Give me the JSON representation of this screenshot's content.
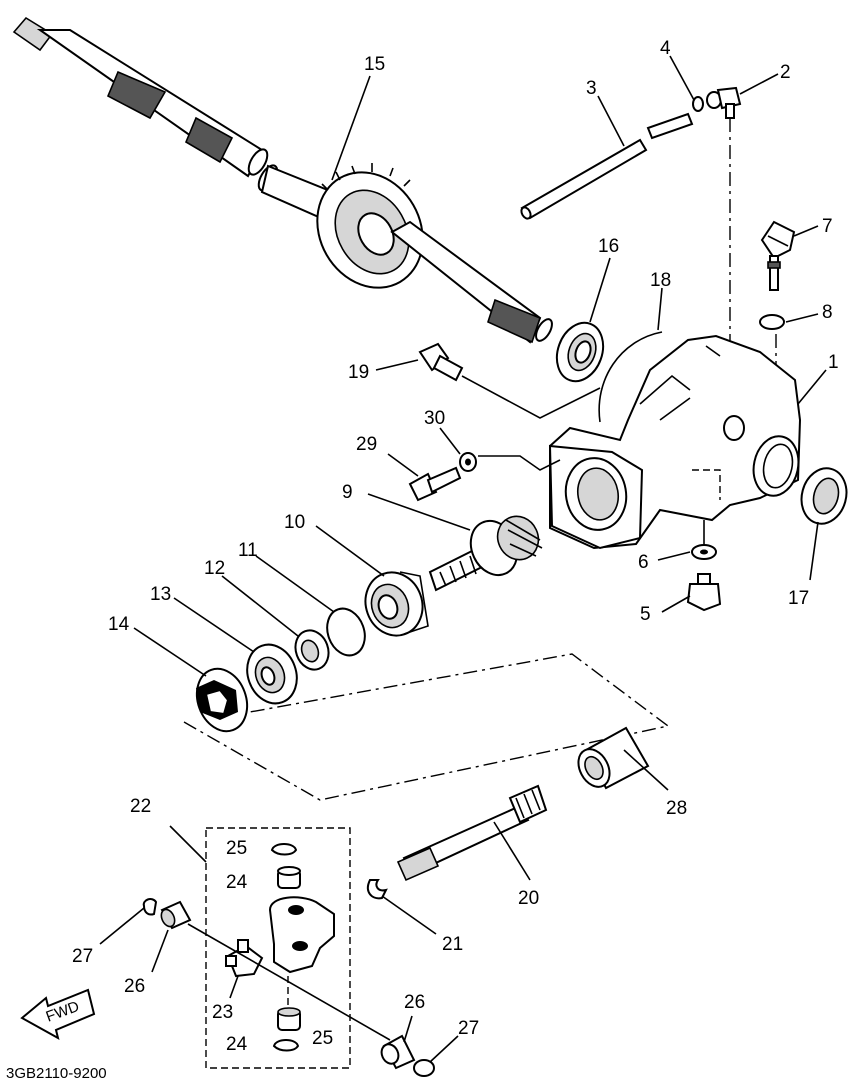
{
  "callouts": {
    "c1": "1",
    "c2": "2",
    "c3": "3",
    "c4": "4",
    "c5": "5",
    "c6": "6",
    "c7": "7",
    "c8": "8",
    "c9": "9",
    "c10": "10",
    "c11": "11",
    "c12": "12",
    "c13": "13",
    "c14": "14",
    "c15": "15",
    "c16": "16",
    "c17": "17",
    "c18": "18",
    "c19": "19",
    "c20": "20",
    "c21": "21",
    "c22": "22",
    "c23": "23",
    "c24a": "24",
    "c24b": "24",
    "c25a": "25",
    "c25b": "25",
    "c26a": "26",
    "c26b": "26",
    "c27a": "27",
    "c27b": "27",
    "c28": "28",
    "c29": "29",
    "c30": "30"
  },
  "direction_label": "FWD",
  "diagram_code": "3GB2110-9200"
}
